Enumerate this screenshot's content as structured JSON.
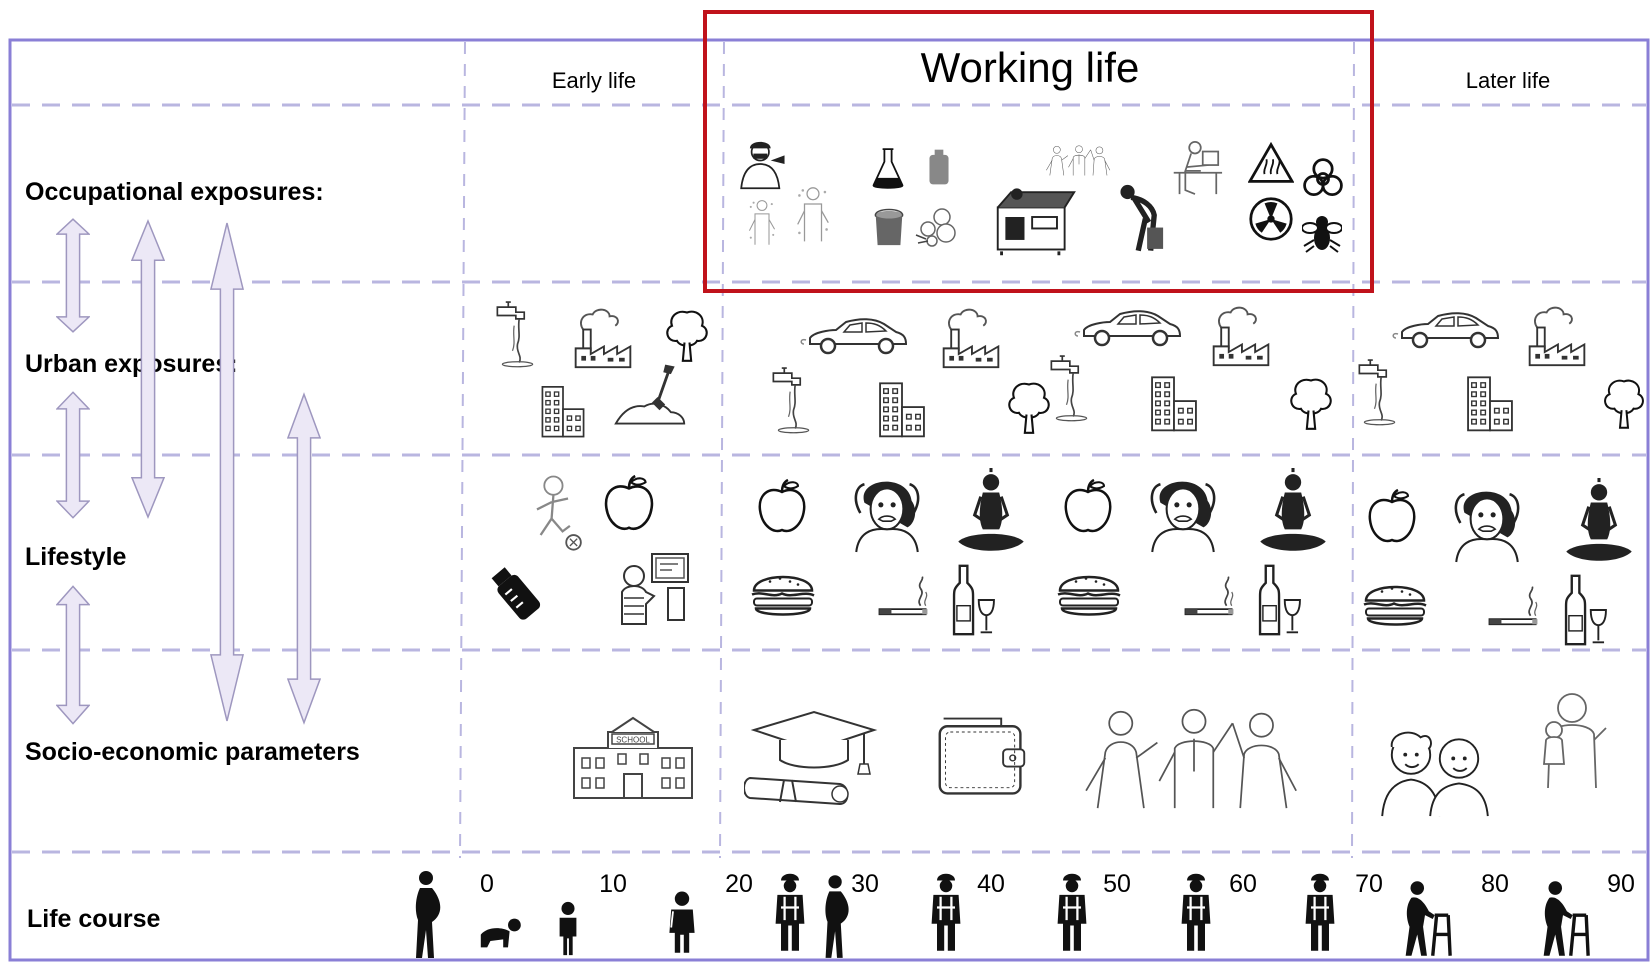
{
  "periods": {
    "early": "Early life",
    "working": "Working life",
    "later": "Later life"
  },
  "rows": {
    "occupational": "Occupational exposures:",
    "urban": "Urban exposures:",
    "lifestyle": "Lifestyle",
    "socio": "Socio-economic parameters",
    "life_course": "Life course"
  },
  "ages": [
    "0",
    "10",
    "20",
    "30",
    "40",
    "50",
    "60",
    "70",
    "80",
    "90"
  ],
  "icons": {
    "occupational": [
      "worker-protective-gear-icon",
      "chemical-flask-icon",
      "gas-canister-icon",
      "paint-bucket-icon",
      "machinery-icon",
      "worker-lifting-icon",
      "desk-worker-icon",
      "hazard-warning-icon",
      "biohazard-icon",
      "radiation-icon",
      "allergen-icon"
    ],
    "urban": [
      "water-tap-icon",
      "factory-icon",
      "tree-icon",
      "building-icon",
      "soil-shovel-icon",
      "car-icon"
    ],
    "lifestyle": [
      "child-playing-icon",
      "apple-icon",
      "baby-bottle-icon",
      "child-computer-icon",
      "stressed-person-icon",
      "yoga-icon",
      "burger-icon",
      "cigarette-icon",
      "wine-icon"
    ],
    "socio": [
      "school-icon",
      "graduation-cap-icon",
      "wallet-icon",
      "social-group-icon",
      "elderly-couple-icon",
      "grandparent-child-icon"
    ],
    "life_course": [
      "pregnant-woman-icon",
      "crawling-baby-icon",
      "child-icon",
      "student-icon",
      "worker-icon",
      "elderly-walker-icon"
    ]
  },
  "colors": {
    "frame": "#8a7fd6",
    "grid": "#b9b6e0",
    "highlight": "#c0121b",
    "arrow_fill": "#ece8f6",
    "arrow_stroke": "#9e97bf"
  }
}
